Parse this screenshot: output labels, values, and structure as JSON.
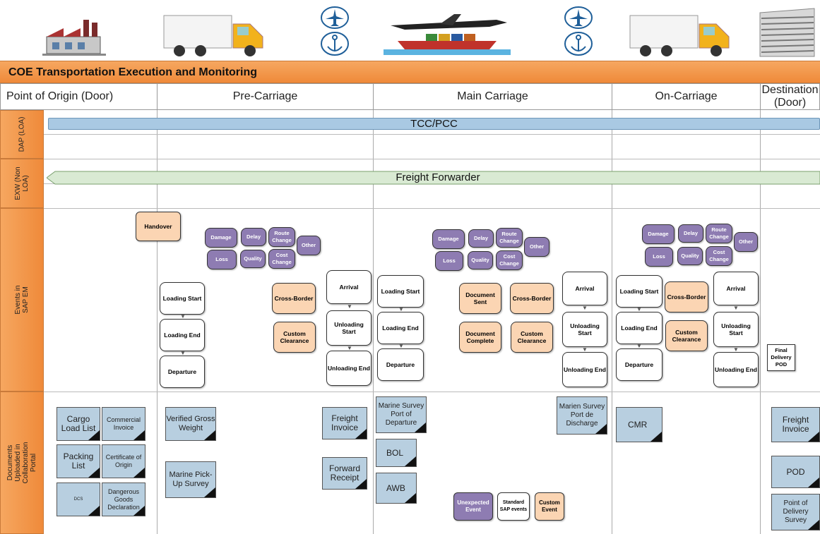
{
  "title": "COE Transportation Execution and Monitoring",
  "phases": {
    "origin": "Point of Origin (Door)",
    "pre": "Pre-Carriage",
    "main": "Main Carriage",
    "on": "On-Carriage",
    "dest": "Destination (Door)"
  },
  "rows": {
    "dap": "DAP (LOA)",
    "exw": "EXW (Non LOA)",
    "events": "Events in SAP EM",
    "docs": "Documents Uploaded in Collaboration Portal"
  },
  "bars": {
    "tcc": "TCC/PCC",
    "ff": "Freight Forwarder"
  },
  "events": {
    "handover": "Handover",
    "damage": "Damage",
    "delay": "Delay",
    "route_change": "Route Change",
    "other": "Other",
    "loss": "Loss",
    "quality": "Quality",
    "cost_change": "Cost Change",
    "loading_start": "Loading Start",
    "loading_end": "Loading End",
    "departure": "Departure",
    "cross_border": "Cross-Border",
    "custom_clearance": "Custom Clearance",
    "arrival": "Arrival",
    "unloading_start": "Unloading Start",
    "unloading_end": "Unloading End",
    "document_sent": "Document Sent",
    "document_complete": "Document Complete",
    "final_delivery": "Final Delivery POD"
  },
  "docs": {
    "cargo_load_list": "Cargo Load List",
    "commercial_invoice": "Commercial Invoice",
    "packing_list": "Packing List",
    "certificate_origin": "Certificate of Origin",
    "dcs": "DCS",
    "dangerous_goods": "Dangerous Goods Declaration",
    "vgm": "Verified Gross Weight",
    "marine_pickup": "Marine Pick-Up Survey",
    "freight_invoice": "Freight Invoice",
    "forward_receipt": "Forward Receipt",
    "marine_survey_departure": "Marine Survey Port of Departure",
    "bol": "BOL",
    "awb": "AWB",
    "marien_survey_discharge": "Marien Survey Port de Discharge",
    "cmr": "CMR",
    "freight_invoice_dest": "Freight Invoice",
    "pod": "POD",
    "pod_survey": "Point of Delivery Survey"
  },
  "legend": {
    "unexpected": "Unexpected Event",
    "standard": "Standard SAP events",
    "custom": "Custom Event"
  },
  "icons": [
    "factory-icon",
    "truck-icon",
    "airplane-icon",
    "anchor-icon",
    "plane-ship-icon",
    "truck-icon",
    "building-icon"
  ],
  "colors": {
    "orange": "#ef8a3a",
    "blue_bar": "#a9c9e3",
    "green_bar": "#d9ead3",
    "purple": "#8e7cb2",
    "doc_blue": "#b8cfe0",
    "light_orange": "#fbd5b3"
  }
}
